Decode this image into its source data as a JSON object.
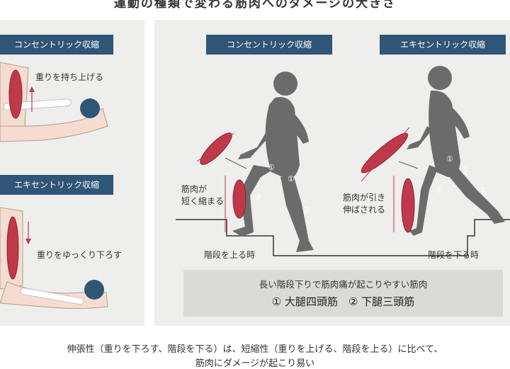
{
  "title": "運動の種類で変わる筋肉へのダメージの大きさ",
  "left": {
    "concentric_tag": "コンセントリック収縮",
    "concentric_caption": "重りを持ち上げる",
    "eccentric_tag": "エキセントリック収縮",
    "eccentric_caption": "重りをゆっくり下ろす"
  },
  "right": {
    "concentric_tag": "コンセントリック収縮",
    "eccentric_tag": "エキセントリック収縮",
    "shorten_line1": "筋肉が",
    "shorten_line2": "短く縮まる",
    "stretch_line1": "筋肉が引き",
    "stretch_line2": "伸ばされる",
    "climb_label": "階段を上る時",
    "descend_label": "階段を下る時",
    "markers": [
      "①",
      "②"
    ]
  },
  "note": {
    "line1": "長い階段下りで筋肉痛が起こりやすい筋肉",
    "line2": "① 大腿四頭筋　② 下腿三頭筋"
  },
  "footer": {
    "line1": "伸張性（重りを下ろす、階段を下る）は、短縮性（重りを上げる、階段を上る）に比べて、",
    "line2": "筋肉にダメージが起こり易い"
  },
  "colors": {
    "tag": "#2f5577",
    "panel": "#eeeeec",
    "muscle": "#c0394b",
    "ball": "#2f5577",
    "silhouette": "#6b6b6b"
  }
}
